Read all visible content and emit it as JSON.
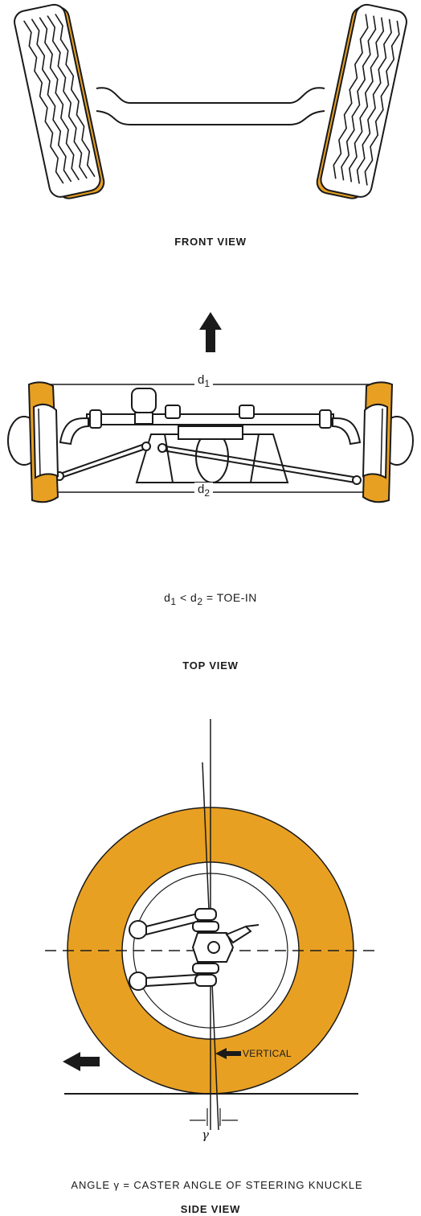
{
  "front_view": {
    "caption": "FRONT VIEW"
  },
  "top_view": {
    "caption": "TOP VIEW",
    "d1_label": "d",
    "d1_sub": "1",
    "d2_label": "d",
    "d2_sub": "2",
    "formula": {
      "a": "d",
      "a_sub": "1",
      "op": " < ",
      "b": "d",
      "b_sub": "2",
      "rest": " = TOE-IN"
    },
    "direction": "forward"
  },
  "side_view": {
    "caption": "SIDE VIEW",
    "vertical_label": "VERTICAL",
    "gamma_label": "γ",
    "angle_text": "ANGLE  γ =  CASTER ANGLE OF STEERING KNUCKLE",
    "direction": "left"
  },
  "colors": {
    "tire": "#E8A023",
    "ink": "#1a1a1a",
    "paper": "#ffffff"
  }
}
